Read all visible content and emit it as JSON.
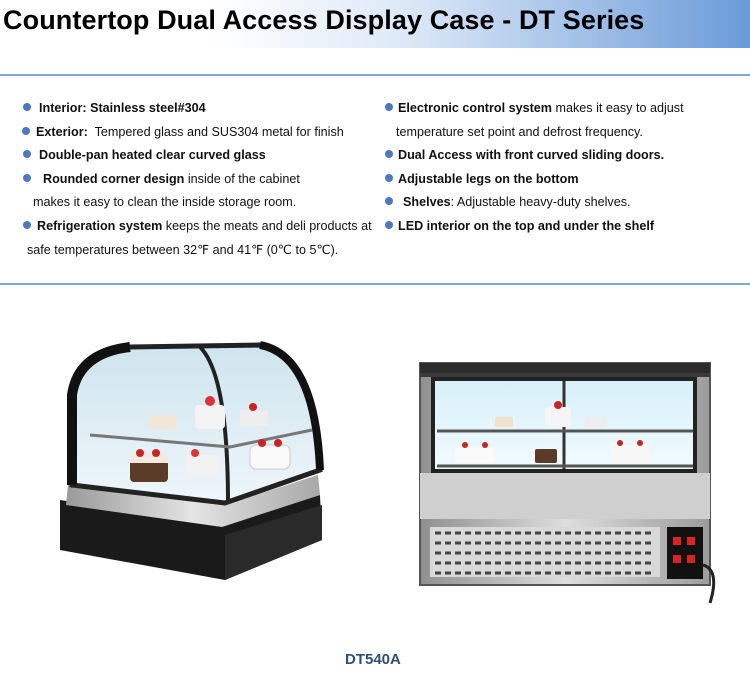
{
  "header": {
    "title": "Countertop Dual Access Display Case - DT Series"
  },
  "features_left": [
    {
      "bold": "Interior: Stainless steel#304",
      "rest": ""
    },
    {
      "bold": "Exterior:",
      "rest": "  Tempered glass and SUS304 metal for finish"
    },
    {
      "bold": "Double-pan heated clear curved glass",
      "rest": ""
    },
    {
      "bold": "Rounded corner design",
      "rest": " inside of the cabinet",
      "cont": "makes it easy to clean the inside storage room."
    },
    {
      "bold": "Refrigeration system",
      "rest": " keeps the meats and deli products at",
      "cont": "safe temperatures between 32℉ and 41℉ (0℃ to 5℃)."
    }
  ],
  "features_right": [
    {
      "bold": "Electronic control system",
      "rest": " makes it easy to adjust",
      "cont": "temperature set point and defrost frequency."
    },
    {
      "bold": "Dual Access with front curved sliding doors.",
      "rest": ""
    },
    {
      "bold": "Adjustable legs on the bottom",
      "rest": ""
    },
    {
      "bold": "Shelves",
      "rest": ": Adjustable heavy-duty shelves."
    },
    {
      "bold": "LED interior on the top and under the shelf",
      "rest": ""
    }
  ],
  "caption": "DT540A",
  "colors": {
    "bullet": "#4a78c4",
    "rule": "#7da7d8",
    "caption": "#2f4f78",
    "header_gradient_end": "#6a9ad9"
  }
}
